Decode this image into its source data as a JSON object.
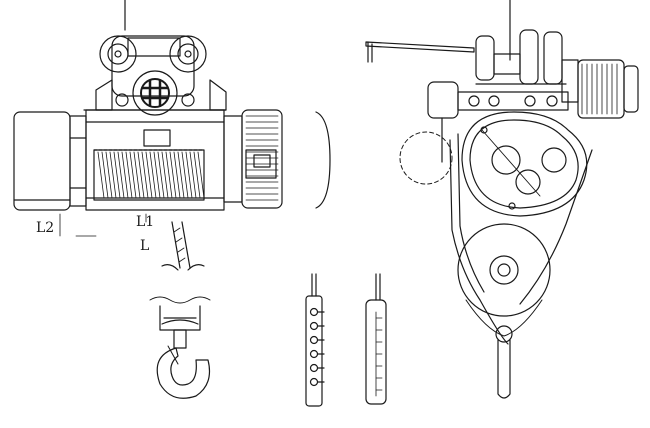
{
  "labels": {
    "l2": "L2",
    "l1": "L1",
    "l": "L"
  },
  "colors": {
    "ink": "#1a1a1a",
    "light": "#555555",
    "bg": "#ffffff"
  }
}
